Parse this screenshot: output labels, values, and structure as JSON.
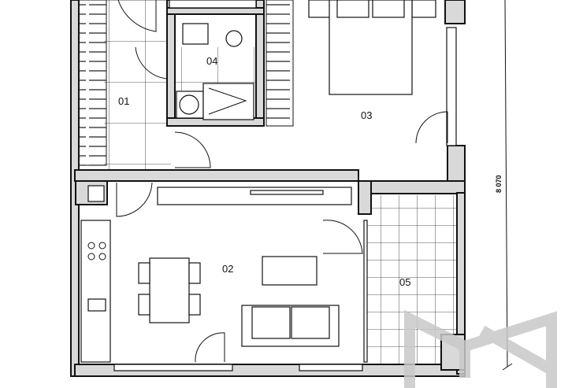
{
  "rooms": [
    {
      "id": "01",
      "label": "01"
    },
    {
      "id": "02",
      "label": "02"
    },
    {
      "id": "03",
      "label": "03"
    },
    {
      "id": "04",
      "label": "04"
    },
    {
      "id": "05",
      "label": "05"
    }
  ],
  "dimension": {
    "label": "8 070"
  },
  "colors": {
    "wall_fill": "#d9d9d9",
    "line": "#111111",
    "watermark": "#c8c8c8"
  }
}
